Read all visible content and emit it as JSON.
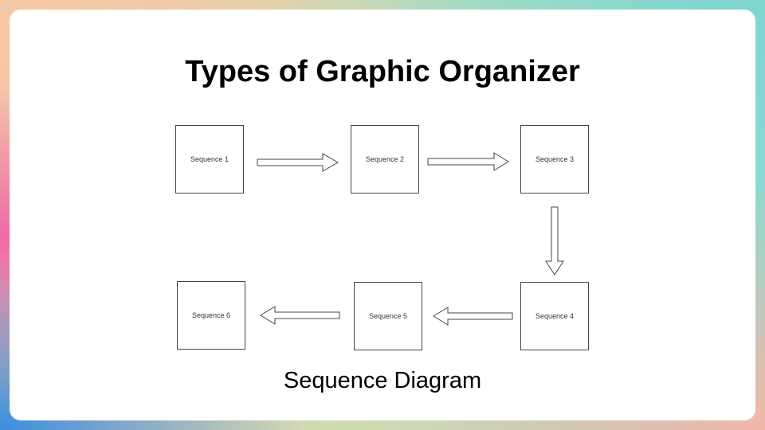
{
  "slide": {
    "title": "Types of Graphic Organizer",
    "caption": "Sequence Diagram"
  },
  "diagram": {
    "steps": [
      "Sequence 1",
      "Sequence 2",
      "Sequence 3",
      "Sequence 4",
      "Sequence 5",
      "Sequence 6"
    ],
    "flow": [
      {
        "from": "Sequence 1",
        "to": "Sequence 2",
        "direction": "right"
      },
      {
        "from": "Sequence 2",
        "to": "Sequence 3",
        "direction": "right"
      },
      {
        "from": "Sequence 3",
        "to": "Sequence 4",
        "direction": "down"
      },
      {
        "from": "Sequence 4",
        "to": "Sequence 5",
        "direction": "left"
      },
      {
        "from": "Sequence 5",
        "to": "Sequence 6",
        "direction": "left"
      }
    ]
  }
}
